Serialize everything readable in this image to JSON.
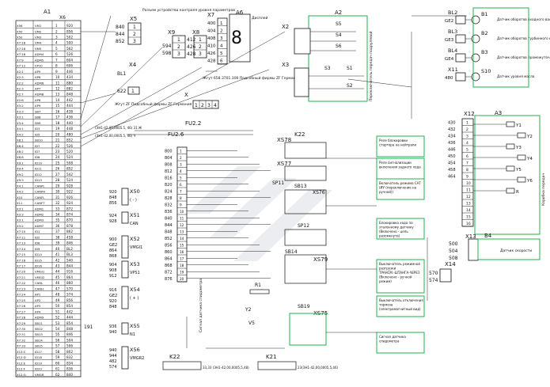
{
  "left_connector": {
    "title": "A1",
    "pin_header": "X6",
    "rows": [
      [
        "X56",
        "VM1",
        "1",
        "920"
      ],
      [
        "X50",
        "VM2",
        "2",
        "856"
      ],
      [
        "X50",
        "VM3",
        "3",
        "502"
      ],
      [
        "X7:18",
        "VM4",
        "4",
        "500"
      ],
      [
        "X7:18",
        "VM5",
        "5",
        "562"
      ],
      [
        "X7:18",
        "ADM4",
        "6",
        "526"
      ],
      [
        "X7:9",
        "ADM5",
        "7",
        "604"
      ],
      [
        "X7:12",
        "VP10",
        "8",
        "606"
      ],
      [
        "X2:1",
        "AP5",
        "9",
        "446"
      ],
      [
        "X2:3",
        "AP6",
        "10",
        "434"
      ],
      [
        "X2:2",
        "ADM6",
        "11",
        "880"
      ],
      [
        "X2:3",
        "AP7",
        "12",
        "882"
      ],
      [
        "X2:7",
        "ADM8",
        "13",
        "848"
      ],
      [
        "X2:6",
        "AP8",
        "14",
        "442"
      ],
      [
        "X3:2",
        "AP9",
        "15",
        "444"
      ],
      [
        "X3:3",
        "SB7",
        "16",
        "438"
      ],
      [
        "X3:1",
        "SB8",
        "17",
        "436"
      ],
      [
        "X3:4",
        "SB9",
        "18",
        "440"
      ],
      [
        "X4:1",
        "ID3",
        "19",
        "448"
      ],
      [
        "X4:2",
        "ID5",
        "20",
        "480"
      ],
      [
        "X8:1",
        "SB10",
        "21",
        "852"
      ],
      [
        "X8:4",
        "ID7",
        "22",
        "526"
      ],
      [
        "X8:2",
        "ID7",
        "23",
        "520"
      ],
      [
        "X8:8",
        "ID8",
        "24",
        "524"
      ],
      [
        "X9:1",
        "ID10",
        "25",
        "508"
      ],
      [
        "X9:4",
        "ID11",
        "26",
        "852"
      ],
      [
        "X9:2",
        "ID12",
        "27",
        "542"
      ],
      [
        "X9:3",
        "ID13",
        "28",
        "524"
      ],
      [
        "X4:1",
        "CANPL",
        "29",
        "928"
      ],
      [
        "X4:2",
        "CANPH",
        "30",
        "922"
      ],
      [
        "X10",
        "CANFL",
        "31",
        "926"
      ],
      [
        "X11",
        "CANFT",
        "32",
        "924"
      ],
      [
        "X3:1",
        "ADM1",
        "33",
        "872"
      ],
      [
        "X3:3",
        "ADM2",
        "34",
        "874"
      ],
      [
        "X3:1",
        "ADM3",
        "35",
        "870"
      ],
      [
        "X3:2",
        "ADM7",
        "36",
        "878"
      ],
      [
        "X7:10",
        "ID1",
        "37",
        "862"
      ],
      [
        "X7:11",
        "ID2",
        "38",
        "458"
      ],
      [
        "X7:13",
        "ID6",
        "39",
        "846"
      ],
      [
        "X7:14",
        "ID9",
        "40",
        "BL2"
      ],
      [
        "X7:15",
        "ID14",
        "41",
        "BL3"
      ],
      [
        "X7:16",
        "ID15",
        "42",
        "540"
      ],
      [
        "X7:17",
        "ID16",
        "43",
        "844"
      ],
      [
        "X7:20",
        "VMGI1",
        "44",
        "916"
      ],
      [
        "X7:21",
        "VMGI2",
        "45",
        "864"
      ],
      [
        "X7:22",
        "CANL",
        "46",
        "860"
      ],
      [
        "X7:23",
        "CANH",
        "47",
        "570"
      ],
      [
        "X7:24",
        "AP1",
        "48",
        "574"
      ],
      [
        "X7:25",
        "AP2",
        "49",
        "856"
      ],
      [
        "X7:26",
        "AP3",
        "50",
        "854"
      ],
      [
        "X7:27",
        "AP4",
        "51",
        "442"
      ],
      [
        "X7:28",
        "ADM9",
        "52",
        "444"
      ],
      [
        "X7:29",
        "SB11",
        "53",
        "854"
      ],
      [
        "X7:30",
        "SB12",
        "54",
        "848"
      ],
      [
        "X7:31",
        "SB13",
        "55",
        "846"
      ],
      [
        "X7:32",
        "SB14",
        "56",
        "504"
      ],
      [
        "X7:33",
        "SB15",
        "57",
        "506"
      ],
      [
        "X12:C",
        "ID17",
        "58",
        "802"
      ],
      [
        "X12:D",
        "ID18",
        "59",
        "832"
      ],
      [
        "X12:E",
        "ID19",
        "60",
        "834"
      ],
      [
        "X12:F",
        "ID20",
        "61",
        "836"
      ],
      [
        "X12:G",
        "VMGR",
        "62",
        "840"
      ]
    ]
  },
  "connector_blocks": [
    {
      "name": "X5",
      "desc": "Разъем устройства контроля уровня параметров",
      "pins": [
        "840",
        "844",
        "852"
      ],
      "nums": [
        "1",
        "2",
        "3"
      ]
    },
    {
      "name": "X4",
      "desc": "",
      "pins": [
        "622"
      ],
      "nums": [
        "1"
      ]
    },
    {
      "name": "X9",
      "desc": "",
      "pins": [
        "412",
        "594",
        "598"
      ],
      "nums": [
        "1",
        "2",
        "3"
      ]
    },
    {
      "name": "X8",
      "desc": "",
      "pins": [
        "412",
        "426",
        "428"
      ],
      "nums": [
        "1",
        "2",
        "3"
      ]
    },
    {
      "name": "X7",
      "desc": "",
      "pins": [
        "400",
        "404",
        "408",
        "410",
        "426",
        "428"
      ],
      "nums": [
        "1",
        "2",
        "3",
        "4",
        "5",
        "6"
      ]
    }
  ],
  "labels": {
    "a6": "A6",
    "a6_desc": "Дисплей",
    "a6_sub": "Жгут 658.3701.100 Подсобный фирмы ZF Германия",
    "bl1": "BL1",
    "bl1_desc": "Жгут ZF Подсобный фирмы ZF Германия",
    "x_label": "X",
    "x_pins": [
      "1",
      "2",
      "3",
      "4"
    ],
    "a2": "A2",
    "a3": "A3",
    "a2_desc": "Переключатель передач подрулевой",
    "s5": "S5",
    "s4": "S4",
    "s6": "S6",
    "s3": "S3",
    "s1": "S1",
    "s2": "S2",
    "s10": "S10",
    "x2": "X2",
    "x3": "X3",
    "x14": "X14",
    "x13": "X13",
    "b4": "B4",
    "x12": "X12",
    "fu22": "FU2.2",
    "fu26": "FU2.6",
    "sp11": "SP11",
    "sb13": "SB13",
    "sp12": "SP12",
    "sb14": "SB14",
    "x578": "XS78",
    "x577": "XS77",
    "x579": "XS79",
    "x575": "XS75",
    "x576": "XS76",
    "sb19": "SB19",
    "k22": "K22",
    "k21": "K21",
    "r1": "R1",
    "y2": "Y2",
    "v5": "V5",
    "num191": "191",
    "right_sensors": [
      {
        "name": "BL2",
        "pin": "GE2",
        "desc": "Датчик оборотов входного вала",
        "b": "B1"
      },
      {
        "name": "BL3",
        "pin": "GE3",
        "desc": "Датчик оборотов турбинного колеса",
        "b": "B2"
      },
      {
        "name": "BL4",
        "pin": "GE4",
        "desc": "Датчик оборотов промежуточного вала",
        "b": "B3"
      },
      {
        "name": "X11",
        "pin": "480",
        "desc": "Датчик уровня масла",
        "b": "S10"
      }
    ],
    "x12_pins": [
      "430",
      "432",
      "434",
      "436",
      "446",
      "450",
      "454",
      "458",
      "464"
    ],
    "y_labels": [
      "Y1",
      "Y2",
      "Y3",
      "Y4",
      "Y5",
      "Y6",
      "R"
    ],
    "a3_right": "Коробка передач",
    "b4_desc": "Датчик скорости",
    "x13_pins": [
      "500",
      "504",
      "508"
    ],
    "x14_pins": [
      "570",
      "574"
    ],
    "mid_notes": [
      "Реле блокировки стартера на нейтрали",
      "Реле сигнализации включения заднего хода",
      "Включатель режима САТ (ИУ (переключение на ручной))",
      "Блокировка хода по эталонному датчику (Включено - цепь разомкнута)",
      "Выключатель режимной разгрузки ТРАНСМ.-ШТАНГА-ЧЕРЕЗ (Включено - ручной режим)",
      "Выключатель отключения тормоза (электромагнитный вид)",
      "Сигнал датчика спидометра"
    ],
    "mid_wires": [
      "800",
      "804",
      "808",
      "812",
      "816",
      "820",
      "824",
      "828",
      "832",
      "836",
      "840",
      "844",
      "848",
      "852",
      "856",
      "860",
      "864",
      "868",
      "872",
      "876"
    ],
    "left_groups": [
      {
        "name": "X50",
        "pins": [
          "920",
          "848",
          "856"
        ],
        "tag": "( - )"
      },
      {
        "name": "X51",
        "pins": [
          "924",
          "928"
        ],
        "tag": "CAN"
      },
      {
        "name": "X52",
        "pins": [
          "900",
          "GE2",
          "864",
          "868"
        ],
        "tag": "VMGI1"
      },
      {
        "name": "X53",
        "pins": [
          "904",
          "908",
          "912"
        ],
        "tag": "VPS1"
      },
      {
        "name": "X54",
        "pins": [
          "916",
          "GE2",
          "920",
          "848"
        ],
        "tag": "( + )"
      },
      {
        "name": "X55",
        "pins": [
          "936",
          "940"
        ],
        "tag": "N1"
      },
      {
        "name": "X56",
        "pins": [
          "940",
          "944",
          "482",
          "574"
        ],
        "tag": "VMGR2"
      }
    ],
    "bottom_note": "33,33 (ЭН1-42,00,0005,5,48)",
    "bottom_note2": "23(ЭН1-42,00,0005,5,46)",
    "top_note": "(ЭН1-42,00,0005.5, 46) 31 Ж",
    "top_note2": "(ЭН1-42,00,0005.5, 46) Ч",
    "wire_note": "Сигнал датчика спидометра"
  },
  "colors": {
    "frame": "#22b14c",
    "ink": "#111111",
    "watermark": "#c9ccd6"
  }
}
